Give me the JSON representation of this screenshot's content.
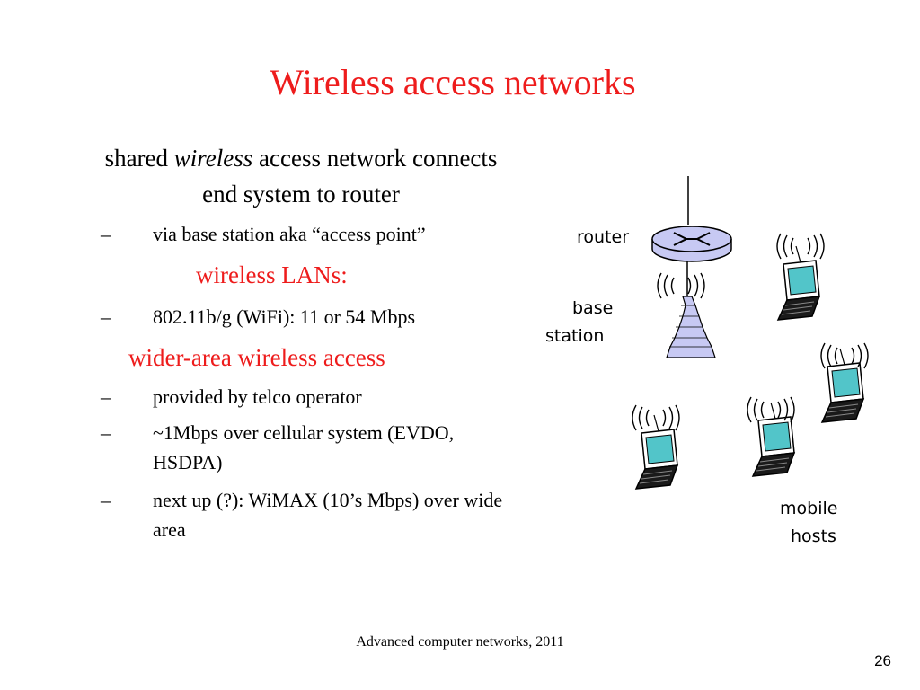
{
  "slide": {
    "title": "Wireless access networks",
    "intro": {
      "pre": "shared ",
      "emphasis": "wireless",
      "post": " access network connects end system to router"
    },
    "bullets": [
      {
        "dash": "–",
        "text": "via base station aka “access point”"
      },
      {
        "dash": "–",
        "text": "802.11b/g (WiFi): 11 or 54  Mbps"
      },
      {
        "dash": "–",
        "text": "provided by telco operator"
      },
      {
        "dash": "–",
        "text": "~1Mbps over cellular system (EVDO, HSDPA)"
      },
      {
        "dash": "–",
        "text": "next up (?): WiMAX (10’s Mbps) over wide area"
      }
    ],
    "section_heads": {
      "wlan": "wireless LANs:",
      "wide_area": "wider-area wireless access"
    },
    "diagram": {
      "router": "router",
      "base_line1": "base",
      "base_line2": "station",
      "mobile_line1": "mobile",
      "mobile_line2": "hosts"
    },
    "footer": "Advanced computer networks, 2011",
    "page_number": "26",
    "colors": {
      "accent_red": "#ee1c1c",
      "screen_teal": "#52c5c9",
      "tower_lilac": "#c7c9f3"
    }
  }
}
